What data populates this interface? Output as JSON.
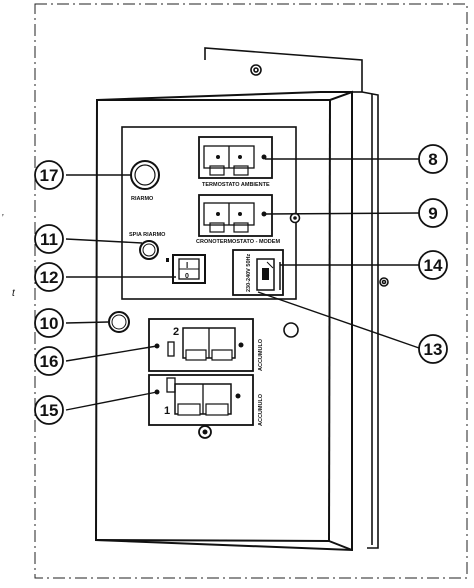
{
  "panel_labels": {
    "riarmo": "RIARMO",
    "spia_riarmo": "SPIA RIARMO",
    "termostato_ambiente": "TERMOSTATO AMBIENTE",
    "cronotermostato_modem": "CRONOTERMOSTATO - MODEM",
    "power_spec": "230-240V 50Hz",
    "accumulo": "ACCUMULO",
    "accumulo_2_number": "2",
    "accumulo_1_number": "1",
    "switch_on": "I",
    "switch_off": "0",
    "margin_letter": "t"
  },
  "callouts": [
    "17",
    "11",
    "12",
    "10",
    "16",
    "15",
    "8",
    "9",
    "14",
    "13"
  ],
  "colors": {
    "line": "#111111",
    "background": "#ffffff",
    "border_dash": "#222222"
  }
}
